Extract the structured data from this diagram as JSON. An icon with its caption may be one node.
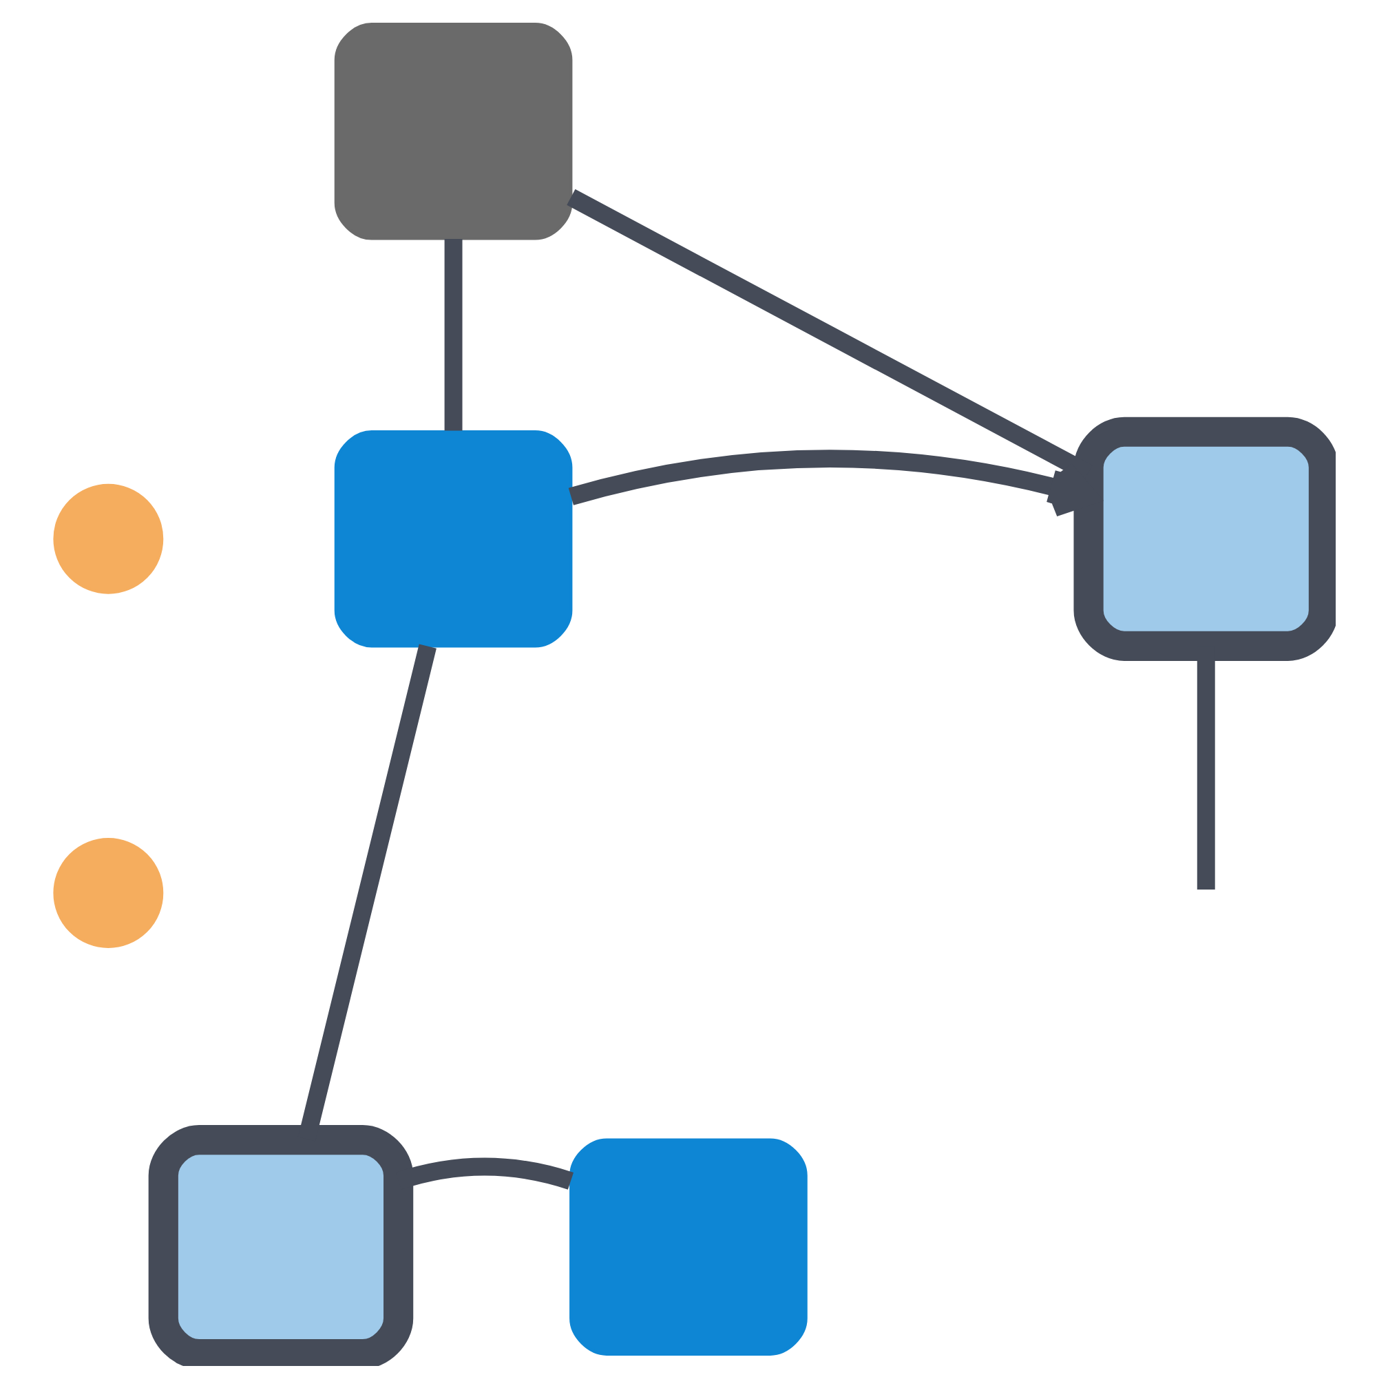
{
  "diagram": {
    "nodes": [
      {
        "text": [],
        "shape": "box"
      },
      {
        "text": [],
        "shape": "circle"
      },
      {
        "text": [],
        "shape": "box"
      },
      {
        "text": [],
        "shape": "box"
      },
      {
        "text": [],
        "shape": "circle"
      },
      {
        "text": [],
        "shape": "box"
      },
      {
        "text": [],
        "shape": "box"
      }
    ],
    "edges": [
      {
        "from": 2,
        "to": 0,
        "arrow": "none"
      },
      {
        "from": 0,
        "to": 3,
        "arrow": "none"
      },
      {
        "from": 3,
        "to": 6,
        "arrow": "none"
      },
      {
        "from": 6,
        "to": 5,
        "arrow": "none"
      },
      {
        "from": 3,
        "to": 2,
        "arrow": "to"
      },
      {
        "from": 2,
        "to": null,
        "arrow": "none"
      }
    ]
  }
}
